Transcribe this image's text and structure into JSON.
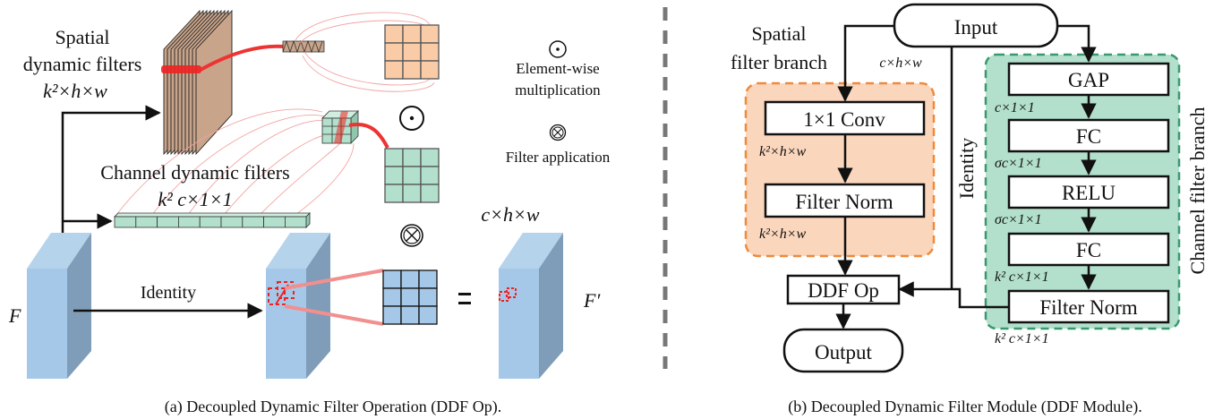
{
  "panel_a": {
    "spatial_label_line1": "Spatial",
    "spatial_label_line2": "dynamic filters",
    "spatial_dims": "k²×h×w",
    "channel_label": "Channel dynamic filters",
    "channel_dims": "k² c×1×1",
    "legend_elementwise_symbol": "⊙",
    "legend_elementwise_line1": "Element-wise",
    "legend_elementwise_line2": "multiplication",
    "legend_filter_symbol": "⊗",
    "legend_filter_label": "Filter application",
    "op_elementwise": "⊙",
    "op_filter": "⊗",
    "op_equals": "=",
    "identity_label": "Identity",
    "input_label": "F",
    "output_label": "F′",
    "output_dims": "c×h×w",
    "caption": "(a)  Decoupled Dynamic Filter Operation (DDF Op)."
  },
  "panel_b": {
    "input": "Input",
    "input_dims": "c×h×w",
    "spatial_branch_line1": "Spatial",
    "spatial_branch_line2": "filter branch",
    "conv": "1×1 Conv",
    "conv_dims": "k²×h×w",
    "spatial_norm": "Filter Norm",
    "spatial_norm_dims": "k²×h×w",
    "identity": "Identity",
    "gap": "GAP",
    "gap_dims": "c×1×1",
    "fc1": "FC",
    "fc1_dims": "σc×1×1",
    "relu": "RELU",
    "relu_dims": "σc×1×1",
    "fc2": "FC",
    "fc2_dims": "k² c×1×1",
    "channel_norm": "Filter Norm",
    "channel_norm_dims": "k² c×1×1",
    "channel_branch": "Channel filter branch",
    "ddf_op": "DDF Op",
    "output": "Output",
    "caption": "(b)  Decoupled Dynamic Filter Module (DDF Module)."
  },
  "colors": {
    "spatial_fill": "#c8a48a",
    "spatial_kernel": "#f9cba7",
    "channel_fill": "#b2e0cc",
    "feature_light": "#a6c8e8",
    "feature_dark": "#7f9db8",
    "highlight_red": "#ee2222",
    "orange_dash": "#ef8a3c",
    "orange_bg": "#fad6bd",
    "green_dash": "#3a9870",
    "green_bg": "#b2e0cc",
    "divider": "#777777"
  }
}
